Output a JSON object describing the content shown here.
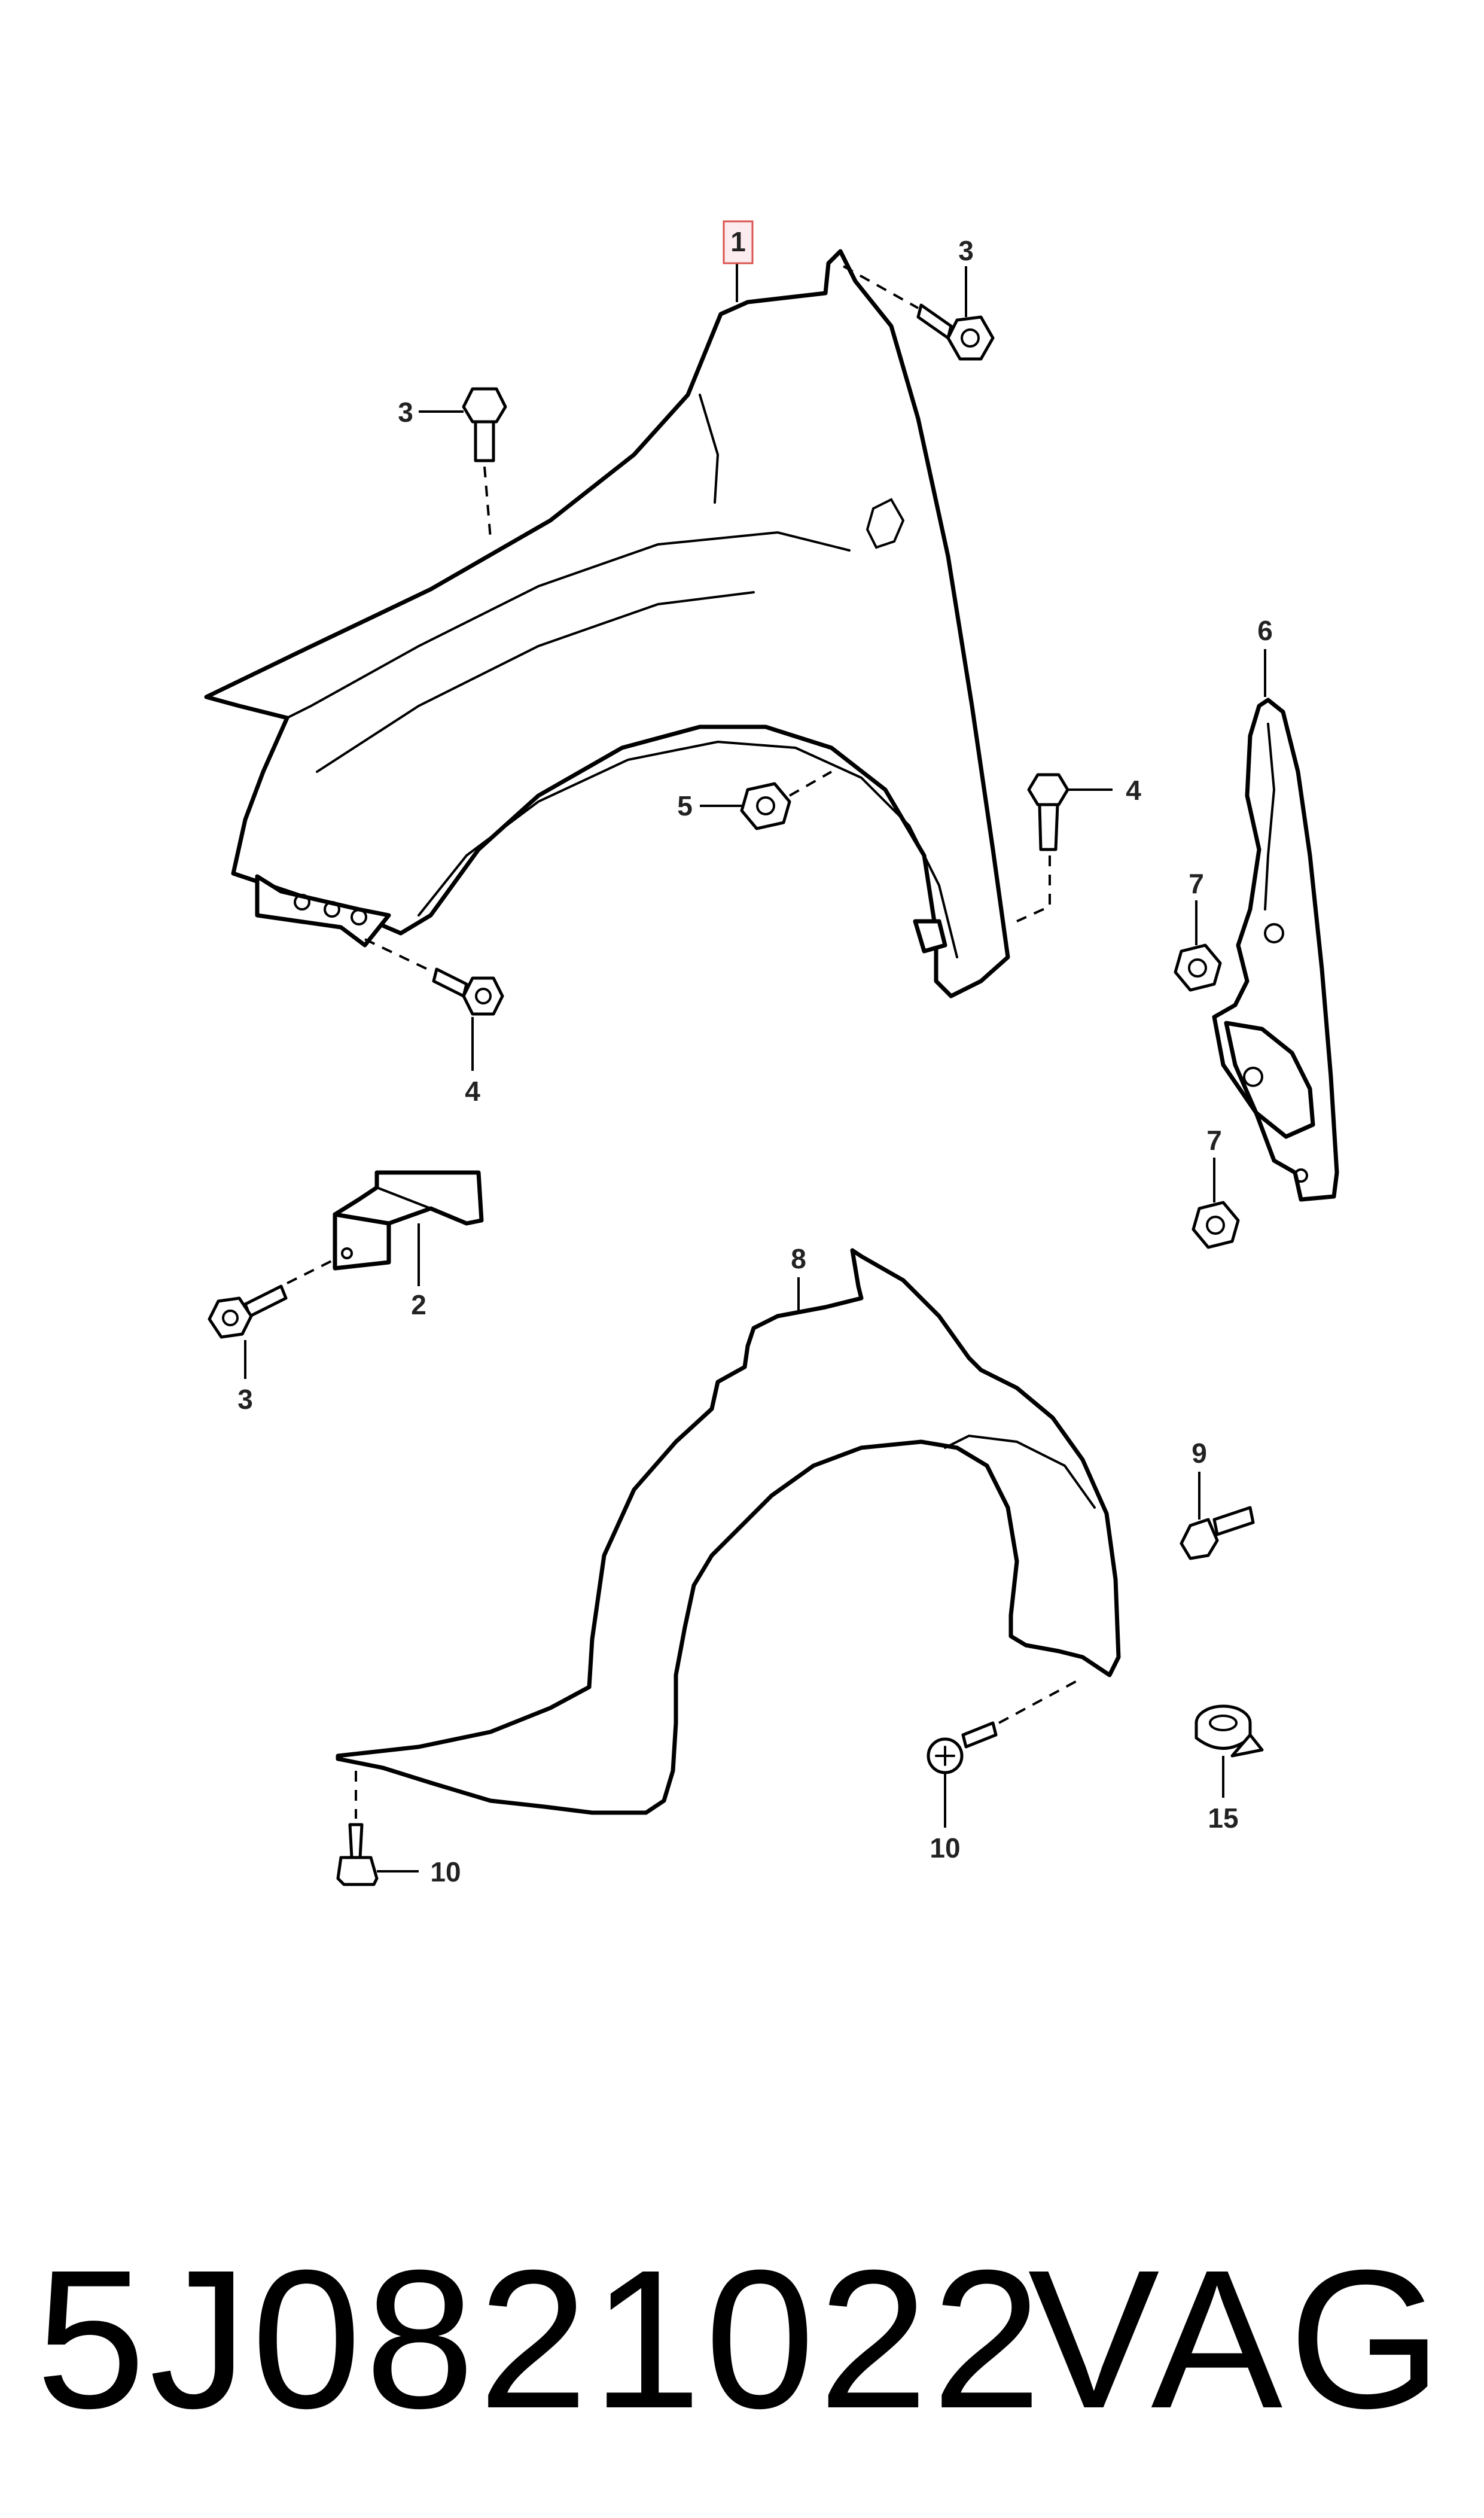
{
  "callouts": {
    "c1": "1",
    "c2": "2",
    "c3a": "3",
    "c3b": "3",
    "c3c": "3",
    "c4a": "4",
    "c4b": "4",
    "c5": "5",
    "c6": "6",
    "c7a": "7",
    "c7b": "7",
    "c8": "8",
    "c9": "9",
    "c10a": "10",
    "c10b": "10",
    "c15": "15"
  },
  "highlight_color": "#d9534f",
  "footer": {
    "part_number": "5J0821022",
    "brand": "VAG"
  }
}
